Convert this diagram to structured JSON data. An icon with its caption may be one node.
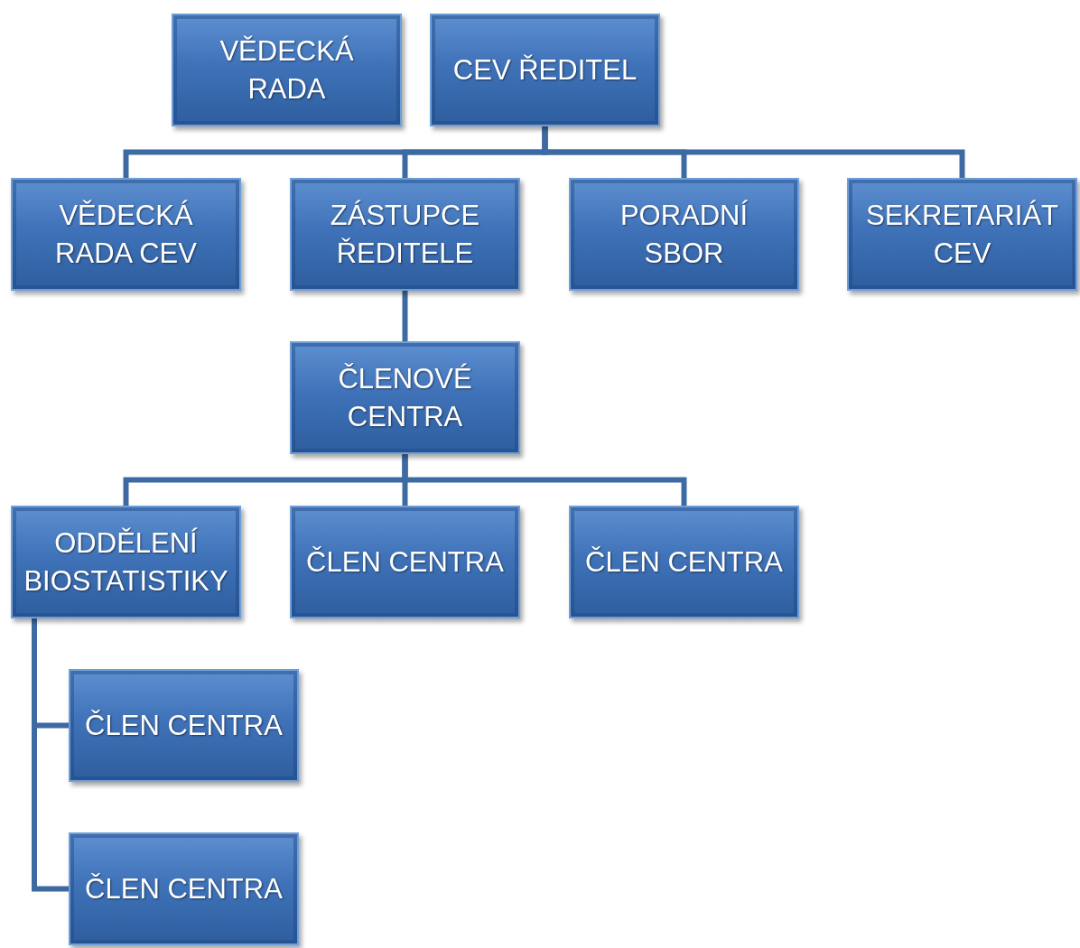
{
  "diagram": {
    "nodes": [
      {
        "text": [
          "VĚDECKÁ RADA"
        ]
      },
      {
        "text": [
          "CEV ŘEDITEL"
        ]
      },
      {
        "text": [
          "VĚDECKÁ RADA CEV"
        ]
      },
      {
        "text": [
          "ZÁSTUPCE ŘEDITELE"
        ]
      },
      {
        "text": [
          "PORADNÍ SBOR"
        ]
      },
      {
        "text": [
          "SEKRETARIÁT CEV"
        ]
      },
      {
        "text": [
          "ČLENOVÉ CENTRA"
        ]
      },
      {
        "text": [
          "ODDĚLENÍ BIOSTATISTIKY"
        ]
      },
      {
        "text": [
          "ČLEN CENTRA"
        ]
      },
      {
        "text": [
          "ČLEN CENTRA"
        ]
      },
      {
        "text": [
          "ČLEN CENTRA"
        ]
      },
      {
        "text": [
          "ČLEN CENTRA"
        ]
      }
    ],
    "edges": [
      {
        "from": 1,
        "to": 2,
        "arrow": "none"
      },
      {
        "from": 1,
        "to": 3,
        "arrow": "none"
      },
      {
        "from": 1,
        "to": 4,
        "arrow": "none"
      },
      {
        "from": 1,
        "to": 5,
        "arrow": "none"
      },
      {
        "from": 3,
        "to": 6,
        "arrow": "none"
      },
      {
        "from": 6,
        "to": 7,
        "arrow": "none"
      },
      {
        "from": 6,
        "to": 8,
        "arrow": "none"
      },
      {
        "from": 6,
        "to": 9,
        "arrow": "none"
      },
      {
        "from": 7,
        "to": 10,
        "arrow": "none"
      },
      {
        "from": 7,
        "to": 11,
        "arrow": "none"
      }
    ]
  }
}
